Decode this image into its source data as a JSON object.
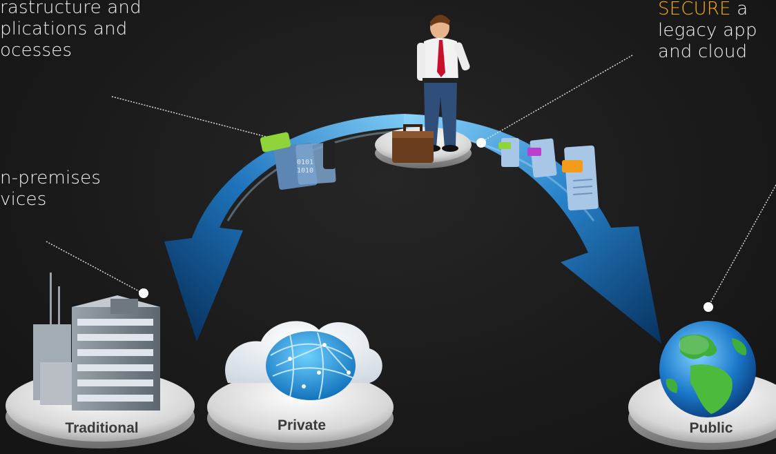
{
  "callouts": {
    "top_left_line1": "rastructure and",
    "top_left_line2": "plications and",
    "top_left_line3": "ocesses",
    "mid_left_line1": "n-premises",
    "mid_left_line2": "vices",
    "top_right_accent": "SECURE",
    "top_right_line1_rest": " a",
    "top_right_line2": "legacy app",
    "top_right_line3": "and cloud"
  },
  "platforms": {
    "traditional": "Traditional",
    "private": "Private",
    "public": "Public"
  },
  "colors": {
    "background": "#1c1c1c",
    "accent_text": "#ffb300",
    "arrow_blue": "#1e73b8",
    "label_text": "#3a3a3a"
  },
  "icons": [
    "businessman-icon",
    "briefcase-icon",
    "data-documents-icon",
    "documents-stack-icon",
    "office-building-icon",
    "private-cloud-icon",
    "globe-icon"
  ]
}
